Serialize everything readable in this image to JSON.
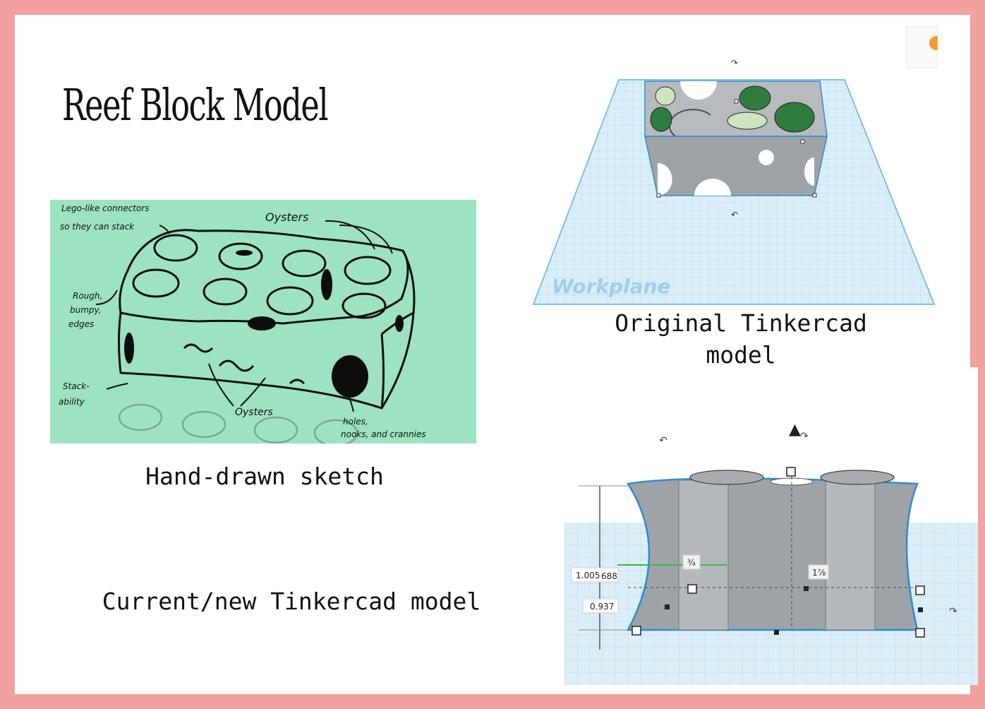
{
  "slide": {
    "title": "Reef Block Model",
    "colors": {
      "border": "#f2a19e",
      "sketch_bg": "#9de3c1",
      "workplane": "#dbeef8",
      "model": "#9ea3a8"
    }
  },
  "sketch": {
    "caption": "Hand-drawn sketch",
    "annotations": {
      "connectors_1": "Lego-like connectors",
      "connectors_2": "so they can stack",
      "oysters_top": "Oysters",
      "rough_1": "Rough,",
      "rough_2": "bumpy,",
      "rough_3": "edges",
      "stack_1": "Stack-",
      "stack_2": "ability",
      "oysters_bottom": "Oysters",
      "holes_1": "holes,",
      "holes_2": "nooks, and crannies"
    }
  },
  "original_model": {
    "caption_line1": "Original Tinkercad",
    "caption_line2": "model",
    "workplane_label": "Workplane"
  },
  "current_model": {
    "caption": "Current/new Tinkercad model",
    "dim_height_1": "1.005",
    "dim_height_1_suffix": "688",
    "dim_height_2": "0.937",
    "dim_small": "¾",
    "dim_width": "1⅞"
  }
}
